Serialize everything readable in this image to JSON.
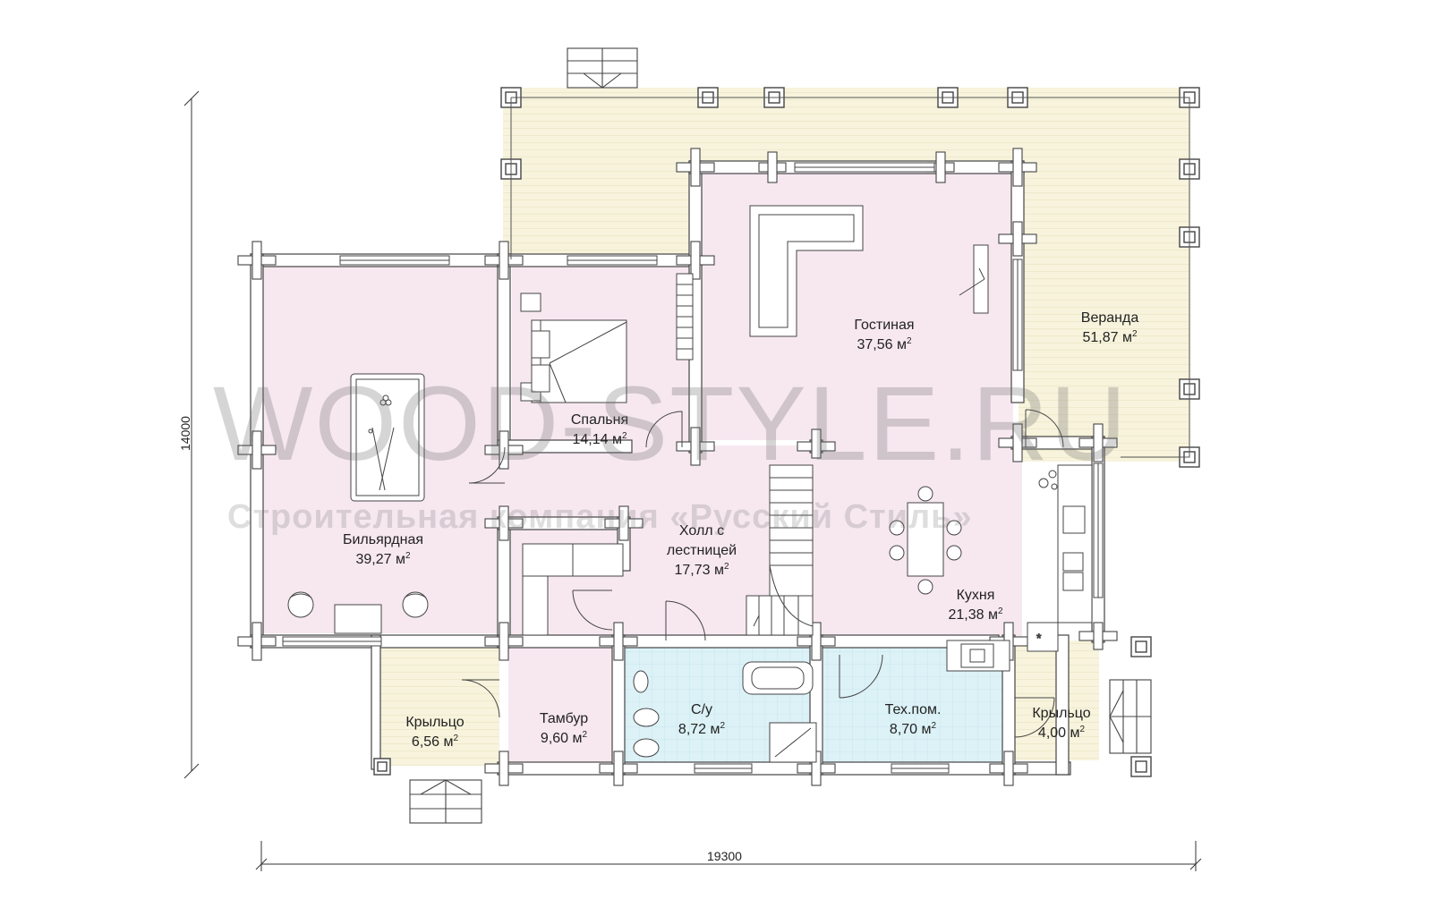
{
  "plan": {
    "watermark_main": "WOOD-STYLE.RU",
    "watermark_sub": "Строительная компания «Русский Стиль»",
    "dims": {
      "width": "19300",
      "height": "14000"
    },
    "area_unit": "м",
    "area_unit_exp": "2",
    "colors": {
      "living": "#f7e8f0",
      "veranda": "#f7f3dc",
      "wet": "#dcf2f7",
      "walls": "#ffffff",
      "outline": "#444444"
    },
    "rooms": [
      {
        "key": "billiard",
        "name": "Бильярдная",
        "area": "39,27"
      },
      {
        "key": "bedroom",
        "name": "Спальня",
        "area": "14,14"
      },
      {
        "key": "living",
        "name": "Гостиная",
        "area": "37,56"
      },
      {
        "key": "veranda",
        "name": "Веранда",
        "area": "51,87"
      },
      {
        "key": "hall",
        "name_line1": "Холл с",
        "name_line2": "лестницей",
        "area": "17,73"
      },
      {
        "key": "kitchen",
        "name": "Кухня",
        "area": "21,38"
      },
      {
        "key": "porch_left",
        "name": "Крыльцо",
        "area": "6,56"
      },
      {
        "key": "vestibule",
        "name": "Тамбур",
        "area": "9,60"
      },
      {
        "key": "bathroom",
        "name": "С/у",
        "area": "8,72"
      },
      {
        "key": "tech",
        "name": "Тех.пом.",
        "area": "8,70"
      },
      {
        "key": "porch_right",
        "name": "Крыльцо",
        "area": "4,00"
      }
    ]
  }
}
